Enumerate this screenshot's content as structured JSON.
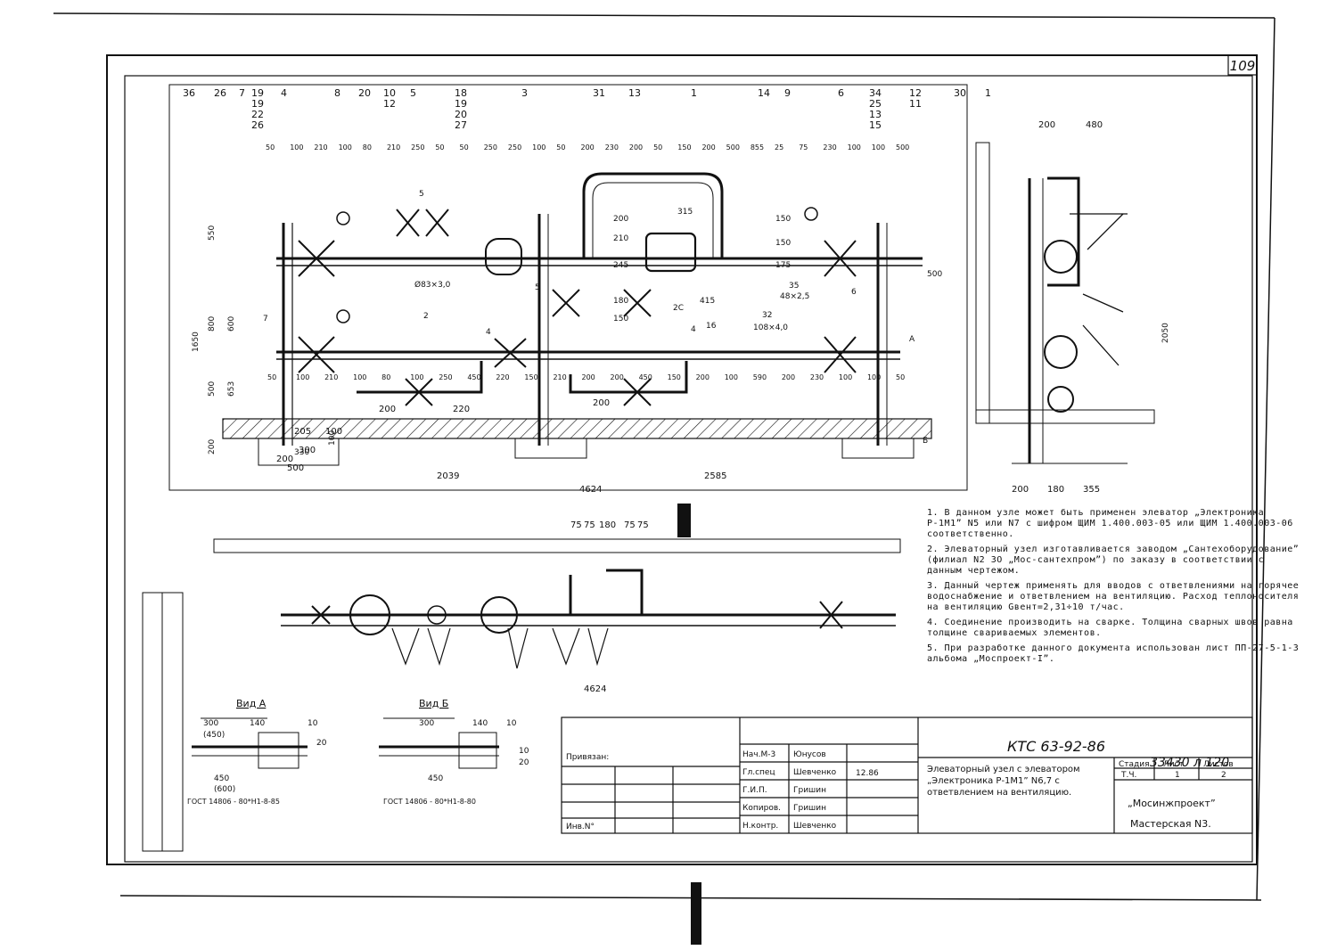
{
  "sheet": {
    "page_number": "109",
    "document_code": "КТС 63-92-86",
    "inventory_number": "33430 л 120",
    "view_a_title": "Вид А",
    "view_b_title": "Вид Б"
  },
  "callouts_top": [
    "36",
    "26",
    "7",
    "19",
    "19",
    "22",
    "26",
    "4",
    "8",
    "20",
    "10",
    "12",
    "5",
    "18",
    "19",
    "20",
    "27",
    "3",
    "31",
    "13",
    "1",
    "14",
    "9",
    "6",
    "34",
    "25",
    "13",
    "15",
    "12",
    "11",
    "30",
    "1"
  ],
  "dims_top_row": [
    "50",
    "100",
    "210",
    "100",
    "80",
    "210",
    "250",
    "50",
    "50",
    "250",
    "250",
    "100",
    "50",
    "200",
    "230",
    "200",
    "50",
    "150",
    "200",
    "500",
    "855",
    "25",
    "75",
    "230",
    "100",
    "100",
    "500"
  ],
  "dims_vertical": [
    "550",
    "800",
    "600",
    "1650",
    "500",
    "653",
    "200",
    "100",
    "2050"
  ],
  "dims_misc": [
    "Ø83×3,0",
    "315",
    "150",
    "200",
    "210",
    "245",
    "180",
    "150",
    "175",
    "150",
    "35",
    "48×2,5",
    "32",
    "108×4,0",
    "415",
    "16",
    "2",
    "4",
    "4",
    "2С",
    "6",
    "7",
    "5",
    "5",
    "А",
    "Б",
    "500",
    "330"
  ],
  "dims_bottom_row": [
    "50",
    "100",
    "210",
    "100",
    "80",
    "100",
    "250",
    "450",
    "220",
    "150",
    "210",
    "200",
    "200",
    "450",
    "150",
    "200",
    "100",
    "590",
    "200",
    "230",
    "100",
    "100",
    "50"
  ],
  "dims_lower": [
    "200",
    "220",
    "200",
    "205",
    "100",
    "300",
    "200",
    "500",
    "2039",
    "2585",
    "4624"
  ],
  "side_view_dims": [
    "200",
    "480",
    "200",
    "180",
    "355"
  ],
  "plan_dims": [
    "75",
    "75",
    "180",
    "75",
    "75",
    "4624"
  ],
  "view_a_dims": [
    "300",
    "(450)",
    "140",
    "10",
    "20",
    "450",
    "(600)"
  ],
  "view_a_gost": "ГОСТ 14806 - 80*Н1-8-85",
  "view_b_dims": [
    "300",
    "140",
    "10",
    "450",
    "20",
    "10"
  ],
  "view_b_gost": "ГОСТ 14806 - 80*Н1-8-80",
  "notes": [
    "1. В данном узле может быть применен элеватор „Электроника Р-1М1” N5 или N7 с шифром ЩИМ 1.400.003-05 или ЩИМ 1.400.003-06 соответственно.",
    "2. Элеваторный узел изготавливается заводом „Сантехоборудование” (филиал N2 ЗО „Мос-сантехпром”) по заказу в соответствии с данным чертежом.",
    "3. Данный чертеж применять для вводов с ответвлениями на горячее водоснабжение и ответвлением на вентиляцию. Расход теплоносителя на вентиляцию Gвент=2,31÷10 т/час.",
    "4. Соединение производить на сварке. Толщина сварных швов равна толщине свариваемых элементов.",
    "5. При разработке данного документа использован лист ПП-27-5-1-3 альбома „Моспроект-I”."
  ],
  "title_block": {
    "privyazan_label": "Привязан:",
    "inv_label": "Инв.N°",
    "roles": [
      {
        "role": "Нач.М-3",
        "name": "Юнусов"
      },
      {
        "role": "Гл.спец",
        "name": "Шевченко"
      },
      {
        "role": "Г.И.П.",
        "name": "Гришин"
      },
      {
        "role": "Копиров.",
        "name": "Гришин"
      },
      {
        "role": "Н.контр.",
        "name": "Шевченко"
      }
    ],
    "date_mark": "12.86",
    "title": "Элеваторный узел с элеватором „Электроника Р-1М1” N6,7 с ответвлением на вентиляцию.",
    "stage_label": "Стадия",
    "sheet_label": "Лист",
    "sheets_label": "Листов",
    "stage": "Т.Ч.",
    "sheet": "1",
    "sheets": "2",
    "org": "„Мосинжпроект”",
    "workshop": "Мастерская N3."
  }
}
